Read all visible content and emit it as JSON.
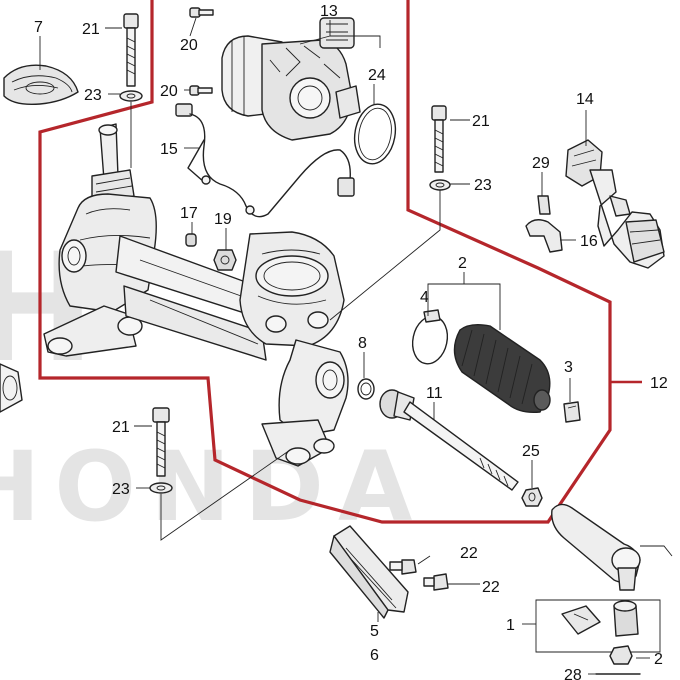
{
  "title": "",
  "watermark": {
    "word": "HONDA",
    "mark": "H"
  },
  "colors": {
    "assembly_outline": "#b5262b",
    "line": "#222222",
    "part_fill": "#f2f2f2",
    "watermark": "#cfcfcf"
  },
  "callouts": {
    "c1": "1",
    "c2": "2",
    "c3": "3",
    "c4": "4",
    "c5": "5",
    "c6": "6",
    "c7": "7",
    "c8": "8",
    "c11": "11",
    "c12": "12",
    "c13": "13",
    "c14": "14",
    "c15": "15",
    "c16": "16",
    "c17": "17",
    "c19": "19",
    "c20a": "20",
    "c20b": "20",
    "c21a": "21",
    "c21b": "21",
    "c21c": "21",
    "c22a": "22",
    "c22b": "22",
    "c23a": "23",
    "c23b": "23",
    "c23c": "23",
    "c24": "24",
    "c25": "25",
    "c28": "28",
    "c29": "29",
    "c2b": "2"
  }
}
